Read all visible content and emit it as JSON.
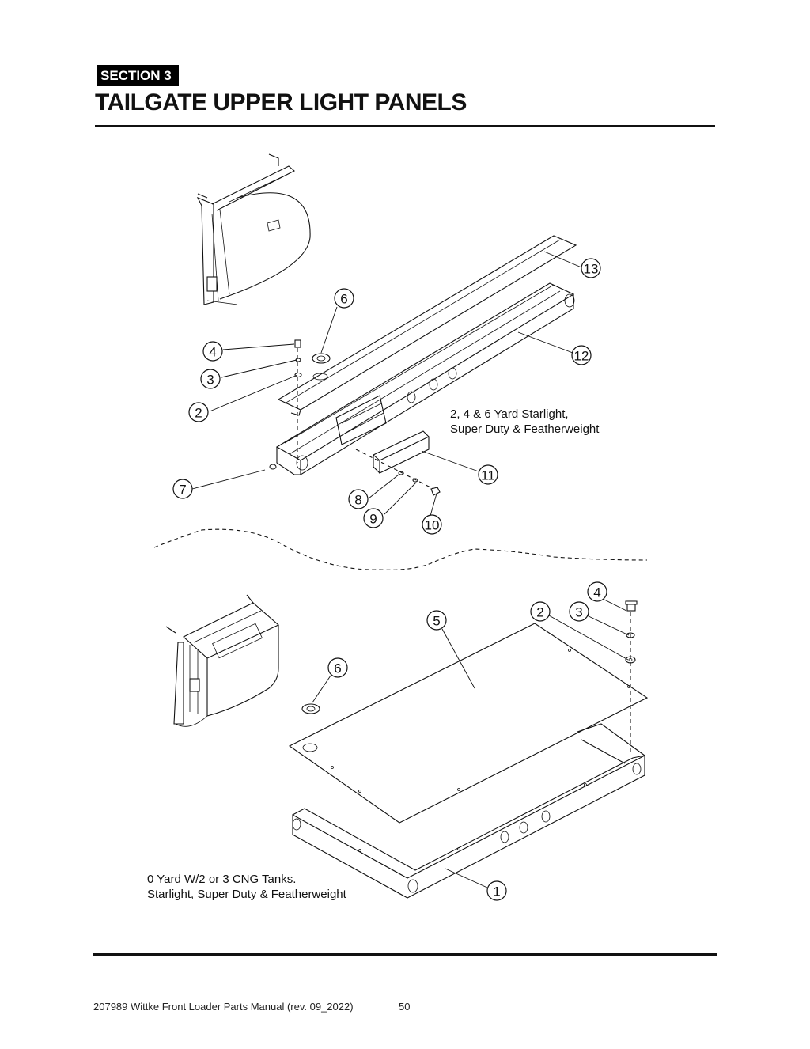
{
  "header": {
    "section_label": "SECTION  3",
    "title": "TAILGATE UPPER LIGHT PANELS"
  },
  "diagram_upper": {
    "caption_line1": "2, 4 & 6 Yard Starlight,",
    "caption_line2": "Super Duty & Featherweight",
    "callouts": [
      "13",
      "6",
      "4",
      "12",
      "3",
      "2",
      "11",
      "7",
      "8",
      "9",
      "10"
    ]
  },
  "diagram_lower": {
    "caption_line1": "0 Yard  W/2 or 3 CNG Tanks.",
    "caption_line2": "Starlight, Super Duty & Featherweight",
    "callouts": [
      "4",
      "2",
      "3",
      "5",
      "6",
      "1"
    ]
  },
  "footer": {
    "manual": "207989 Wittke Front Loader Parts Manual (rev. 09_2022)",
    "page": "50"
  }
}
